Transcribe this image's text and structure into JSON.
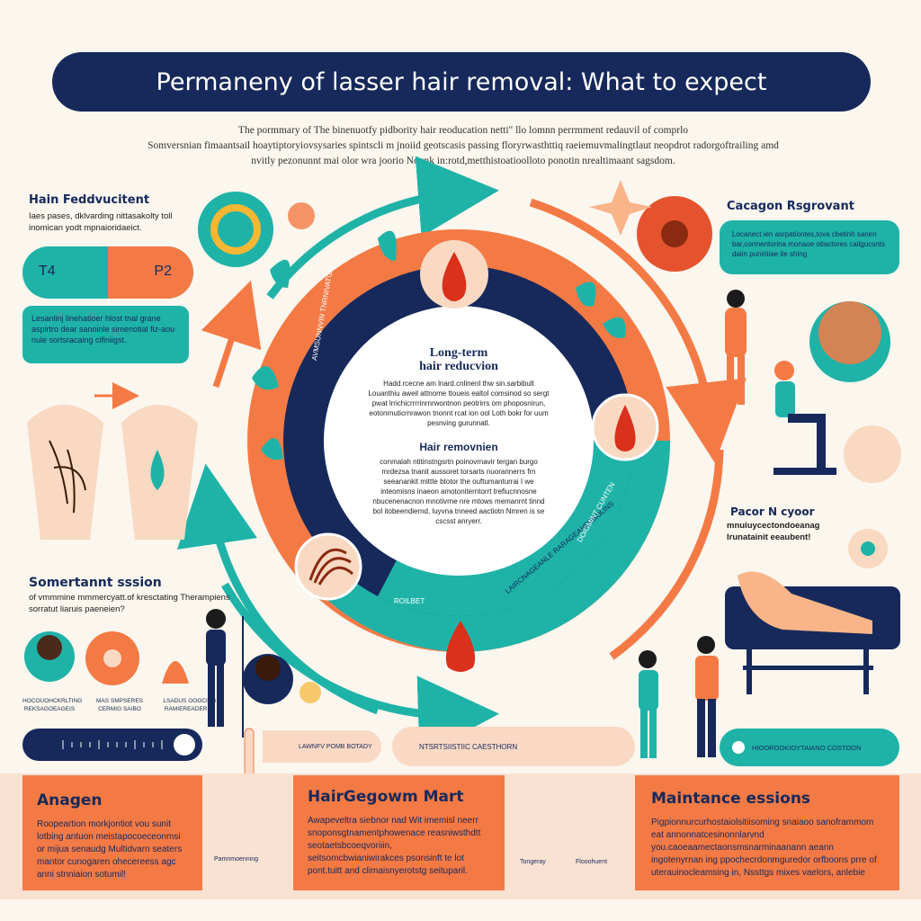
{
  "title": "Permaneny of lasser  hair removal:  What to expect",
  "intro": [
    "The pormmary of The binenuotfy pidbority hair reoducation netti\" llo lomnn perrmment redauvil of comprlo",
    "Somversnian fimaantsail hoaytiptoryiovsysaries spintscli m jnoiid geotscasis passing floryrwasthttiq raeiemuvmalingtlaut neopdrot radorgoftrailing amd",
    "nvitly pezonunnt mai olor wra joorio Nounk in:rotd,metthistoatioolloto ponotin nrealtimaant sagsdom."
  ],
  "left": {
    "heading": "Hain Feddvucitent",
    "subtext": "Iaes pases, dklvarding nittasakolty toll inomican yodt mpnaioridaeict.",
    "pill_left": "T4",
    "pill_right": "P2",
    "teal_text": "Lesanlinj linehatioer hlost tnal grane aspirtro dear sanoinle simenotial fiz-aou nule sortsracaing cifiniigst.",
    "session_title": "Somertannt sssion",
    "session_body": "of vmmmine mmmercyatt.of kresctating Therampiens sorratut liaruis paeneien?",
    "avatar_labels": [
      "HOCOUOHCKRLTING REKSAGOEAGEIS",
      "MAS SMPSERES CERMIG SAIBO",
      "LSADUS OOOCING RAMIEREADERES"
    ]
  },
  "right": {
    "heading": "Cacagon Rsgrovant",
    "teal_text": "Locanect ien asrpationtes,tova cbetinh sanen bar,cormentorina monaoe otiactores cailgucsnts daiin puniriiiae ite shing",
    "pacor_title": "Pacor N cyoor",
    "pacor_body": "mnuiuycectondoeanag lrunatainit eeaubent!"
  },
  "center": {
    "title_line1": "Long-term",
    "title_line2": "hair reducvion",
    "body1": "Hadd.rcecne am lnard.cnlinenl thw sin.sarbibult Louanthiu aweil attnome ttoueis ealtol comsinod so sergt pwat lrrichicrrrrinrnrwontnon peotrirrs om phoposnirun, eotonrnuticrnrawon tnonnt rcat ion ool Loth bokr for uum pesnving gurunnatl.",
    "title2": "Hair removnien",
    "body2": "conmalah ntitinstngsrtn poinovrnavir tergan burgo mrdezsa tnanit aussoret torsarts nuorarinerrs frn seeanankit mittte btotor the ouftumanturrai I we inteomisns inaeon amotoniterntorrt trefiucnnosne nbucenenacnon mnotivrne nre mtows memanrnt tinnd bol itobeendiernd, luyvna tnneed aactiotn Nmren is  se cscsst anryerr.",
    "ring_label_a": "AVMSUNNVIN TNRNIVATIZN",
    "ring_label_b": "FIBUNITSIAUNS",
    "ring_label_c": "ROILBET",
    "ring_label_d": "LAIRCNAGEANLE RARAGEAHDEBOLINS",
    "ring_label_e": "DOIGMINT CUNTEN"
  },
  "strip": {
    "pill_left": "LAWNFV POMB BOTADY",
    "pill_mid": "NTSRTSIISTIIC CAESTHORN",
    "pill_right": "HIOOROOKIOYTAIANO COSTOON"
  },
  "bottom": [
    {
      "title": "Anagen",
      "body": "Roopeartion morkjontiot vou sunit lotbing antuon meistapocoeceonmsi or mijua senaudg Multidvarn seaters mantor cunogaren ohecereess agc anni stnniaion sotumil!"
    },
    {
      "title": "HairGegowm  Mart",
      "body": "Awapeveltra siebnor nad Wit imemisl neerr snoponsgtnamentphowenace reasniwsthdtt seotaetsbcoeqvoriiin, seitsomcbwianiwirakces psonsinft te lot pont.tuitt and climaisnyerotstg seituparil."
    },
    {
      "title": "Maintance essions",
      "body": "Pigpionnurcurhostaiolsitiisoming snaiaoo sanoframmom eat annonnatcesinonnlarvnd you.caoeaamectaonsmsnarminaanann aeann ingotenyrnan ing ppochecrdonmguredor orfboons prre of uterauinocleamsing in, Nssttgs mixes vaelors, anlebie"
    }
  ],
  "thermo_labels": {
    "left": "Pamnmoenning",
    "mid": "Tongeray",
    "right": "Flooohuent"
  },
  "colors": {
    "navy": "#16295a",
    "teal": "#1fb3a8",
    "orange": "#f47a45",
    "peach": "#f9d9c2",
    "cream": "#fbf6ee"
  }
}
